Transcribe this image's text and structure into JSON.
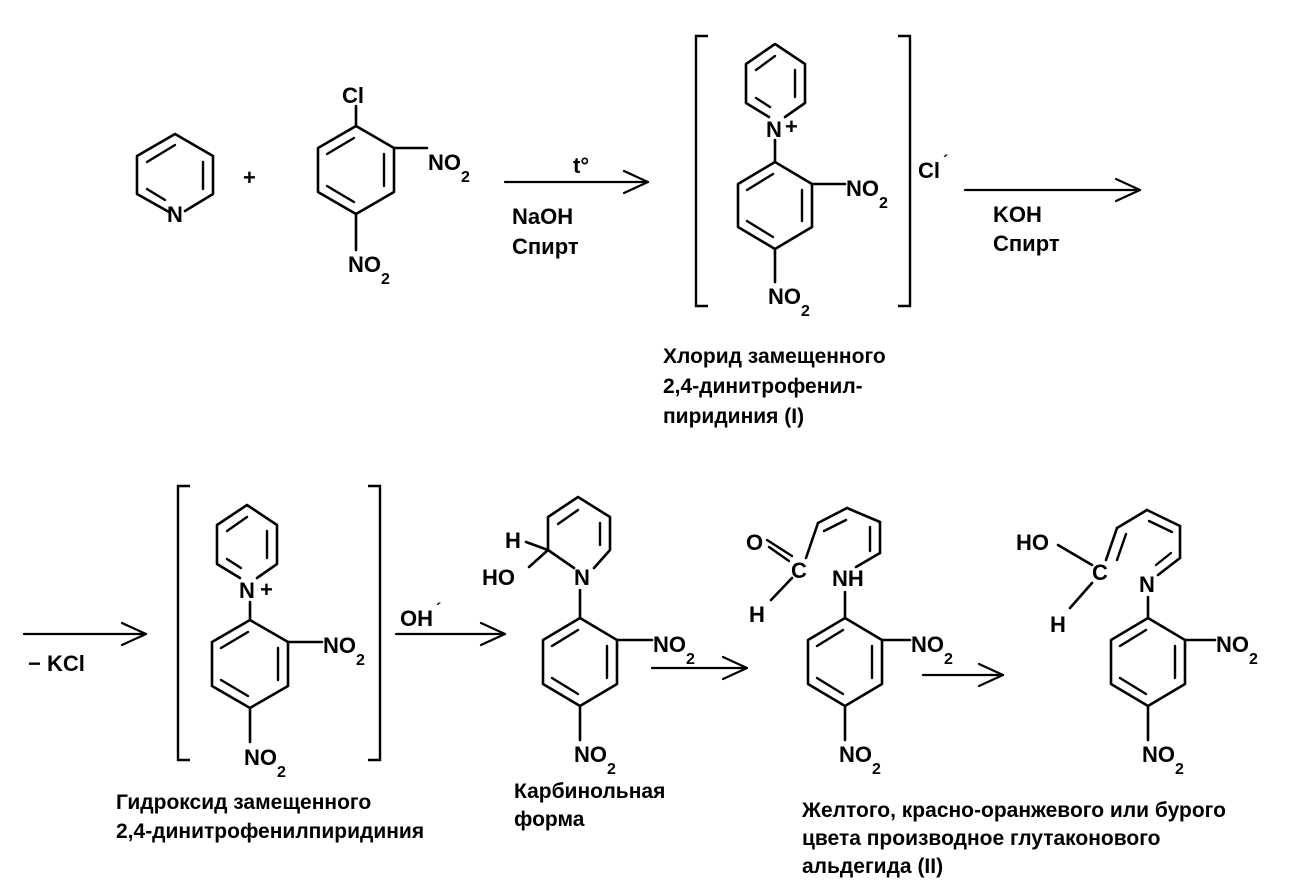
{
  "labels": {
    "n": "N",
    "n_plus": "N+",
    "cl": "Cl",
    "no": "NO",
    "two": "2",
    "plus": "+",
    "cl_minus": "Cl",
    "minus_sup": "´",
    "h": "H",
    "ho": "HO",
    "o": "O",
    "c": "C",
    "nh": "NH"
  },
  "arrows": {
    "a1_top": "t°",
    "a1_bottom1": "NaOH",
    "a1_bottom2": "Спирт",
    "a2_bottom1": "KOH",
    "a2_bottom2": "Спирт",
    "a3_bottom": "− KCl",
    "a4_top": "OH",
    "a4_top_sup": "´"
  },
  "captions": {
    "product1": [
      "Хлорид замещенного",
      "2,4-динитрофенил-",
      "пиридиния     (I)"
    ],
    "hydroxide": [
      "Гидроксид замещенного",
      "2,4-динитрофенилпиридиния"
    ],
    "carbinol": [
      "Карбинольная",
      "форма"
    ],
    "glutaconic": [
      "Желтого, красно-оранжевого или бурого",
      "цвета производное глутаконового",
      "альдегида  (II)"
    ]
  }
}
